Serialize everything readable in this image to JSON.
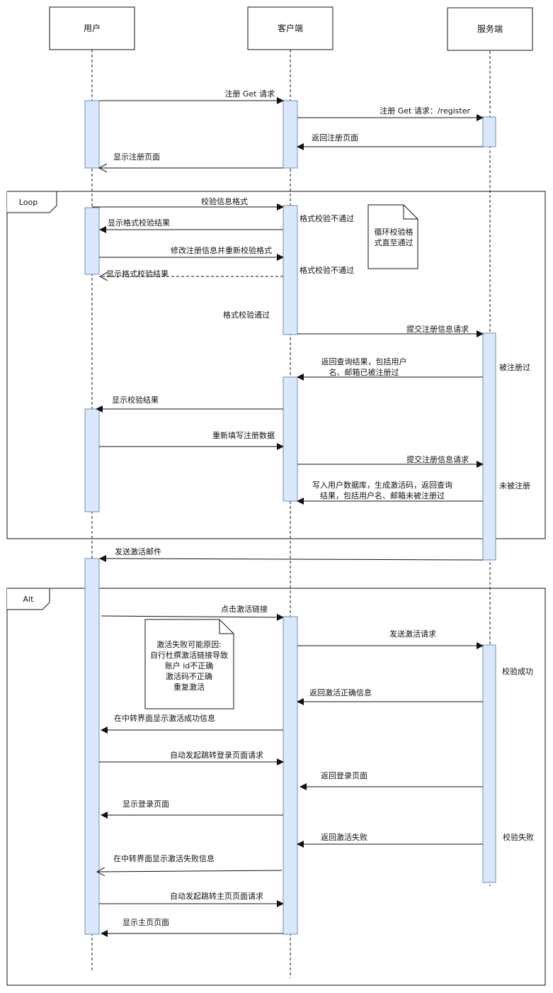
{
  "participants": [
    {
      "id": "user",
      "label": "用户"
    },
    {
      "id": "client",
      "label": "客户端"
    },
    {
      "id": "server",
      "label": "服务端"
    }
  ],
  "frames": {
    "loop": {
      "label": "Loop"
    },
    "alt": {
      "label": "Alt"
    }
  },
  "notes": {
    "loop_note": [
      "循环校验格",
      "式直至通过"
    ],
    "alt_note": [
      "激活失败可能原因:",
      "自行杜撰激活链接导致",
      "账户 id不正确",
      "激活码不正确",
      "重复激活"
    ]
  },
  "messages": [
    {
      "text": [
        "注册 Get 请求"
      ]
    },
    {
      "text": [
        "注册 Get 请求：/register"
      ]
    },
    {
      "text": [
        "返回注册页面"
      ]
    },
    {
      "text": [
        "显示注册页面"
      ]
    },
    {
      "text": [
        "校验信息格式"
      ]
    },
    {
      "text": [
        "显示格式校验结果"
      ]
    },
    {
      "text": [
        "修改注册信息并重新校验格式"
      ]
    },
    {
      "text": [
        "显示格式校验结果"
      ]
    },
    {
      "text": [
        "提交注册信息请求"
      ]
    },
    {
      "text": [
        "返回查询结果，包括用户",
        "名、邮箱已被注册过"
      ]
    },
    {
      "text": [
        "显示校验结果"
      ]
    },
    {
      "text": [
        "重新填写注册数据"
      ]
    },
    {
      "text": [
        "提交注册信息请求"
      ]
    },
    {
      "text": [
        "写入用户数据库，生成激活码，返回查询",
        "结果，包括用户名、邮箱未被注册过"
      ]
    },
    {
      "text": [
        "发送激活邮件"
      ]
    },
    {
      "text": [
        "点击激活链接"
      ]
    },
    {
      "text": [
        "发送激活请求"
      ]
    },
    {
      "text": [
        "返回激活正确信息"
      ]
    },
    {
      "text": [
        "在中转界面显示激活成功信息"
      ]
    },
    {
      "text": [
        "自动发起跳转登录页面请求"
      ]
    },
    {
      "text": [
        "返回登录页面"
      ]
    },
    {
      "text": [
        "显示登录页面"
      ]
    },
    {
      "text": [
        "返回激活失败"
      ]
    },
    {
      "text": [
        "在中转界面显示激活失败信息"
      ]
    },
    {
      "text": [
        "自动发起跳转主页页面请求"
      ]
    },
    {
      "text": [
        "显示主页页面"
      ]
    }
  ],
  "side_labels": [
    {
      "text": "格式校验不通过"
    },
    {
      "text": "格式校验不通过"
    },
    {
      "text": "格式校验通过"
    },
    {
      "text": "被注册过"
    },
    {
      "text": "未被注册"
    },
    {
      "text": "校验成功"
    },
    {
      "text": "校验失败"
    }
  ],
  "colors": {
    "activation_fill": "#dae8fc",
    "activation_stroke": "#6c8ebf",
    "line": "#111111"
  }
}
